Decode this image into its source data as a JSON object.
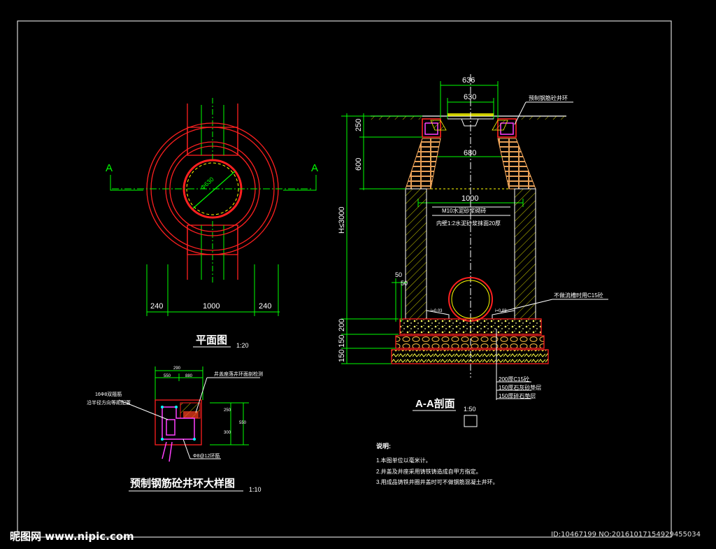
{
  "colors": {
    "background": "#000000",
    "frame": "#ffffff",
    "dimension": "#00ff00",
    "concrete": "#ff2020",
    "brick": "#ffb060",
    "rebar": "#ff40ff",
    "hatch": "#ffff00"
  },
  "plan": {
    "title": "平面图",
    "scale": "1:20",
    "section_mark_left": "A",
    "section_mark_right": "A",
    "diameter_label": "Φ630",
    "dims": [
      "240",
      "1000",
      "240"
    ]
  },
  "section": {
    "title": "A-A剖面",
    "scale": "1:50",
    "dim_top_outer": "636",
    "dim_top_inner": "630",
    "dim_neck": "680",
    "dim_body": "1000",
    "dim_250": "250",
    "dim_600": "600",
    "dim_height": "H≤3000",
    "dim_50a": "50",
    "dim_50b": "50",
    "dim_200": "200",
    "dim_150a": "150",
    "dim_150b": "150",
    "callout_ring": "预制钢筋砼井环",
    "callout_wall_1": "M10水泥砂浆砌砖",
    "callout_wall_2": "内壁1:2水泥砂浆抹面20厚",
    "callout_fill": "不做流槽时用C15砼",
    "slope_left": "i=0.03",
    "slope_right": "i=0.03",
    "base_layers": [
      "200厚C15砼",
      "150厚石灰砂垫层",
      "150厚碎石垫层"
    ]
  },
  "detail": {
    "title": "预制钢筋砼井环大样图",
    "scale": "1:10",
    "dim_top": "290",
    "dim_a": "550",
    "dim_b": "880",
    "dim_r1": "250",
    "dim_r2": "300",
    "dim_r3": "550",
    "callout_rebar_1": "16Φ8双箍筋",
    "callout_rebar_2": "沿半径方向等距配置",
    "callout_top": "井盖座落井环面剖检测",
    "callout_ring": "Φ8@12环筋"
  },
  "notes": {
    "heading": "说明:",
    "items": [
      "1.本图单位以毫米计。",
      "2.井盖及井座采用铸铁铸造成自甲方指定。",
      "3.用成品铸铁井圈井盖时可不做钢筋混凝土井环。"
    ]
  },
  "footer": {
    "watermark": "昵图网 www.nipic.com",
    "image_id": "ID:10467199 NO:20161017154929455034"
  }
}
